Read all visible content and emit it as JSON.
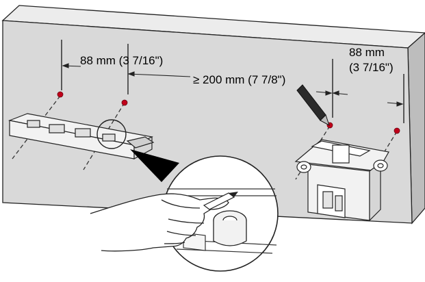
{
  "labels": {
    "left_spacing": "88 mm (3 7/16\")",
    "middle_spacing": "≥ 200 mm (7 7/8\")",
    "right_spacing_line1": "88 mm",
    "right_spacing_line2": "(3 7/16\")"
  },
  "colors": {
    "wall": "#d9d9d9",
    "wall_shadow": "#bdbdbd",
    "outline": "#222222",
    "drill_mark": "#c0001a",
    "bracket": "#f2f2f2",
    "zoom_callout": "#ffffff"
  },
  "icons": [
    "pencil-icon",
    "hand-icon",
    "drill-mark-icon"
  ]
}
